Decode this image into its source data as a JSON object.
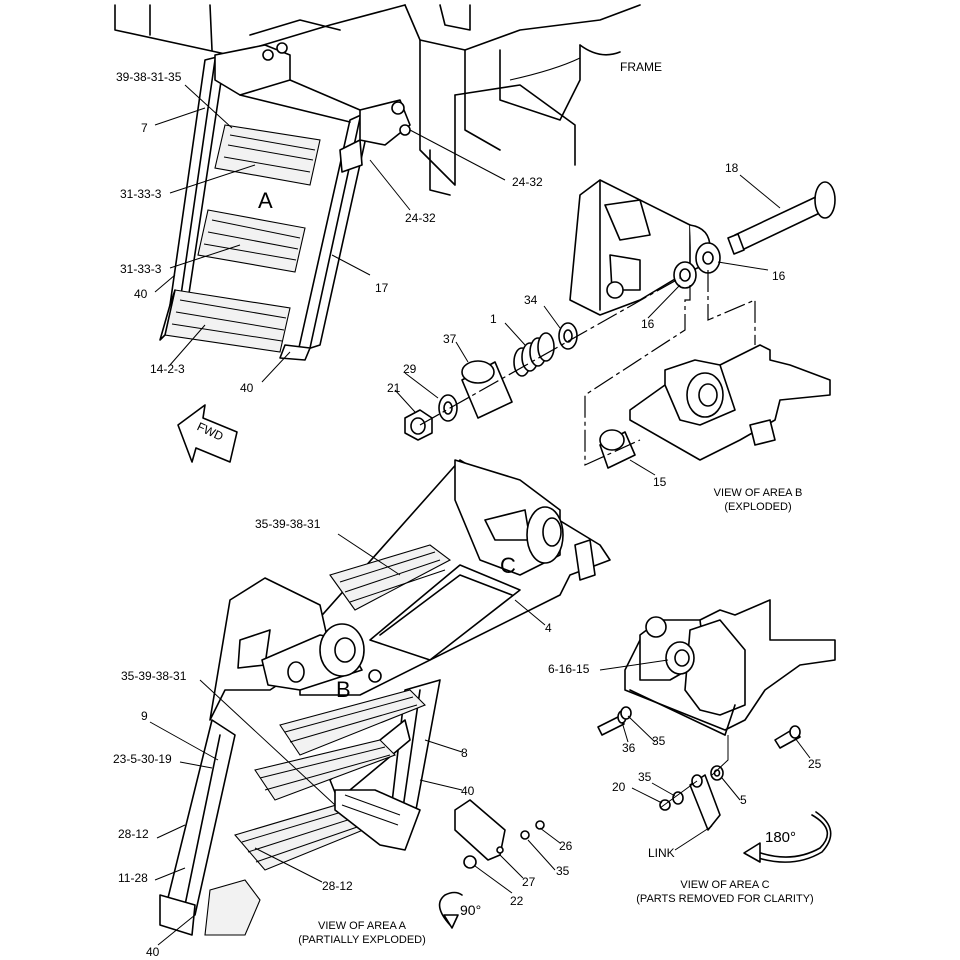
{
  "labels": {
    "frame": "FRAME",
    "l_39_38_31_35": "39-38-31-35",
    "l_7": "7",
    "l_31_33_3_a": "31-33-3",
    "l_31_33_3_b": "31-33-3",
    "l_40_a": "40",
    "l_14_2_3": "14-2-3",
    "l_40_b": "40",
    "l_24_32_a": "24-32",
    "l_24_32_b": "24-32",
    "l_17": "17",
    "l_18": "18",
    "l_16_a": "16",
    "l_16_b": "16",
    "l_34": "34",
    "l_1": "1",
    "l_37": "37",
    "l_29": "29",
    "l_21": "21",
    "l_15": "15",
    "l_35_39_38_31_a": "35-39-38-31",
    "l_4": "4",
    "l_35_39_38_31_b": "35-39-38-31",
    "l_9": "9",
    "l_23_5_30_19": "23-5-30-19",
    "l_8": "8",
    "l_40_c": "40",
    "l_28_12_a": "28-12",
    "l_11_28": "11-28",
    "l_28_12_b": "28-12",
    "l_40_d": "40",
    "l_26": "26",
    "l_35_a": "35",
    "l_27": "27",
    "l_22": "22",
    "l_6_16_15": "6-16-15",
    "l_36": "36",
    "l_35_b": "35",
    "l_25": "25",
    "l_35_c": "35",
    "l_20": "20",
    "l_5": "5",
    "l_link": "LINK"
  },
  "area_letters": {
    "a": "A",
    "b": "B",
    "c": "C"
  },
  "rotations": {
    "r90": "90°",
    "r180": "180°"
  },
  "fwd": "FWD",
  "captions": {
    "area_b": [
      "VIEW OF AREA B",
      "(EXPLODED)"
    ],
    "area_c": [
      "VIEW OF AREA C",
      "(PARTS REMOVED FOR CLARITY)"
    ],
    "area_a": [
      "VIEW OF AREA  A",
      "(PARTIALLY EXPLODED)"
    ]
  }
}
